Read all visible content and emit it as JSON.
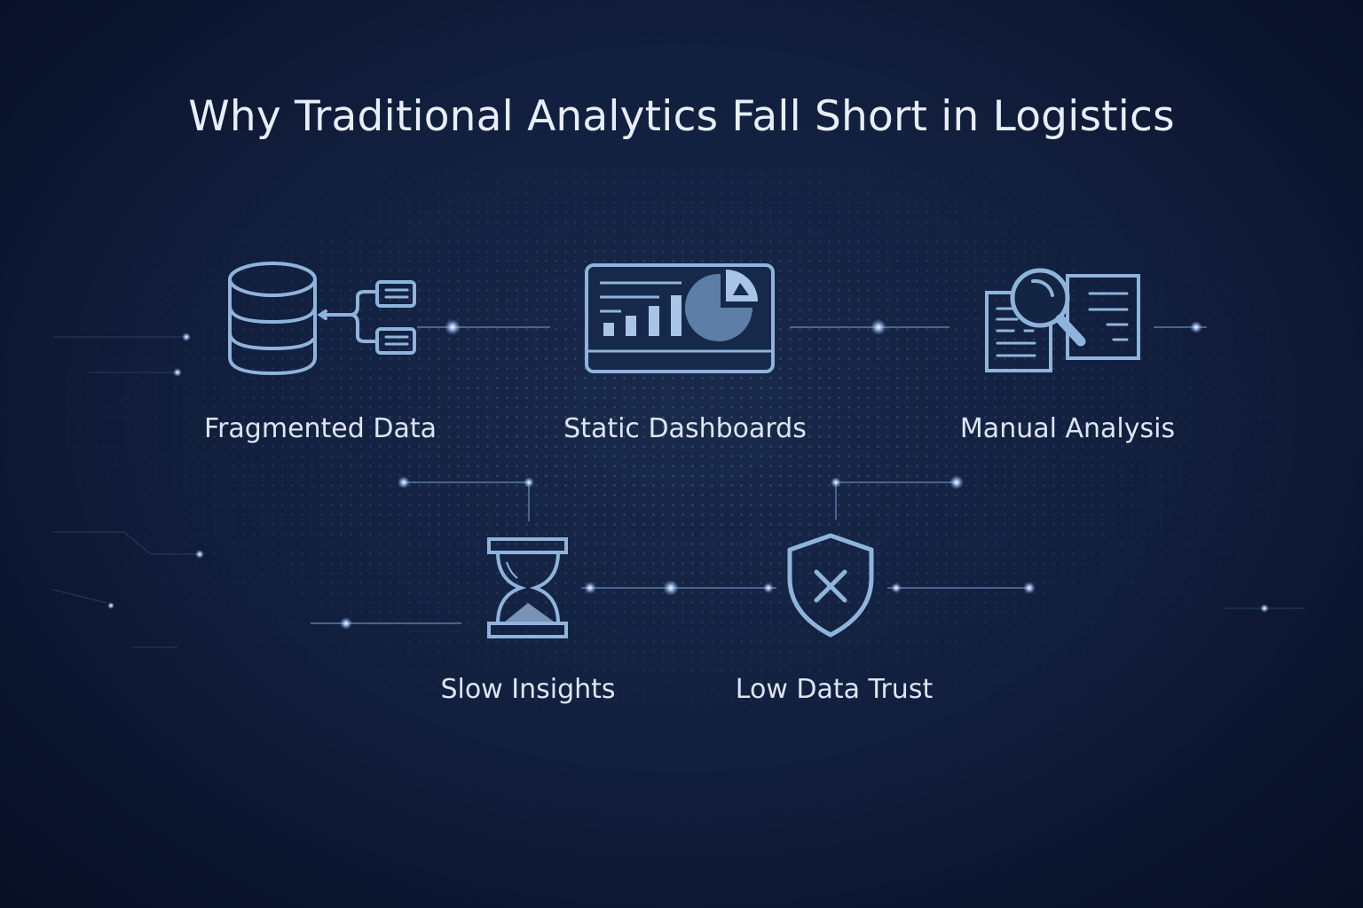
{
  "title": "Why Traditional Analytics Fall Short in Logistics",
  "items": [
    {
      "label": "Fragmented Data",
      "icon": "database-icon"
    },
    {
      "label": "Static Dashboards",
      "icon": "dashboard-icon"
    },
    {
      "label": "Manual Analysis",
      "icon": "document-search-icon"
    },
    {
      "label": "Slow Insights",
      "icon": "hourglass-icon"
    },
    {
      "label": "Low Data Trust",
      "icon": "shield-x-icon"
    }
  ],
  "colors": {
    "background": "#132141",
    "icon_stroke": "#8fb4dc",
    "icon_fill": "#5d7ea6",
    "text": "#dce5f2",
    "node_glow": "#cfe3ff"
  }
}
